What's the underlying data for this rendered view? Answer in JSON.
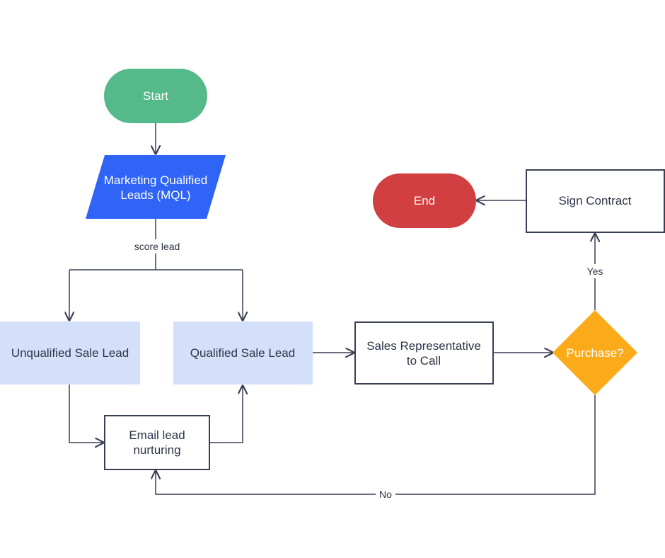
{
  "colors": {
    "start": "#55b98a",
    "mql": "#2f64f6",
    "light_box": "#d4e0fa",
    "end": "#d13f40",
    "decision": "#fbab1a",
    "stroke": "#3a3f54",
    "text_dark": "#2e3446",
    "text_light": "#ffffff"
  },
  "nodes": {
    "start": "Start",
    "mql_line1": "Marketing Qualified",
    "mql_line2": "Leads (MQL)",
    "unqualified": "Unqualified Sale Lead",
    "qualified": "Qualified Sale Lead",
    "email_line1": "Email lead",
    "email_line2": "nurturing",
    "sales_line1": "Sales Representative",
    "sales_line2": "to Call",
    "purchase": "Purchase?",
    "sign": "Sign Contract",
    "end": "End"
  },
  "edge_labels": {
    "score": "score lead",
    "yes": "Yes",
    "no": "No"
  }
}
